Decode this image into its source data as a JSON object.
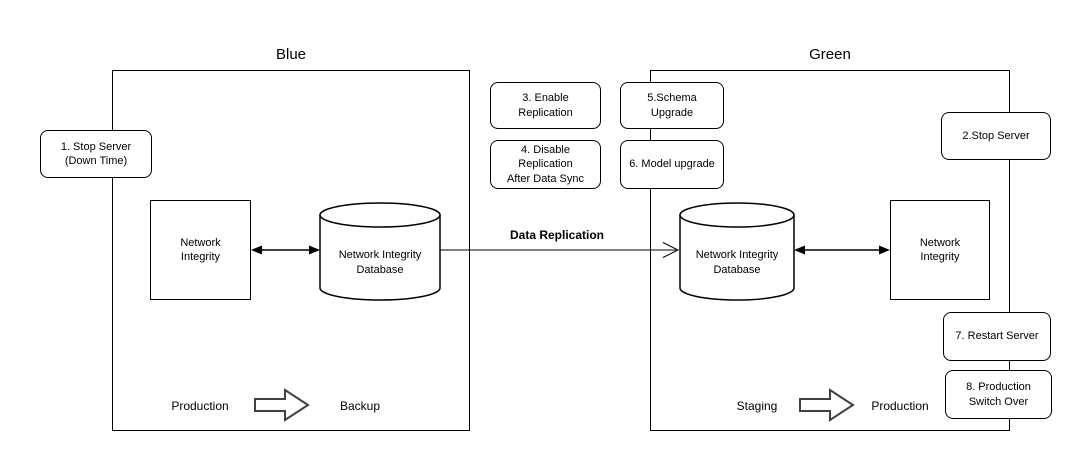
{
  "blue": {
    "title": "Blue",
    "app": "Network\nIntegrity",
    "database": "Network Integrity\nDatabase",
    "role_left": "Production",
    "role_right": "Backup"
  },
  "green": {
    "title": "Green",
    "app": "Network\nIntegrity",
    "database": "Network Integrity\nDatabase",
    "role_left": "Staging",
    "role_right": "Production"
  },
  "replication": {
    "label": "Data Replication"
  },
  "steps": [
    {
      "label": "1. Stop Server\n(Down Time)"
    },
    {
      "label": "2.Stop Server"
    },
    {
      "label": "3. Enable\nReplication"
    },
    {
      "label": "4. Disable\nReplication\nAfter Data Sync"
    },
    {
      "label": "5.Schema\nUpgrade"
    },
    {
      "label": "6. Model upgrade"
    },
    {
      "label": "7. Restart Server"
    },
    {
      "label": "8. Production\nSwitch Over"
    }
  ],
  "colors": {
    "stroke": "#000000",
    "block_arrow_stroke": "#404040",
    "background": "#ffffff"
  }
}
